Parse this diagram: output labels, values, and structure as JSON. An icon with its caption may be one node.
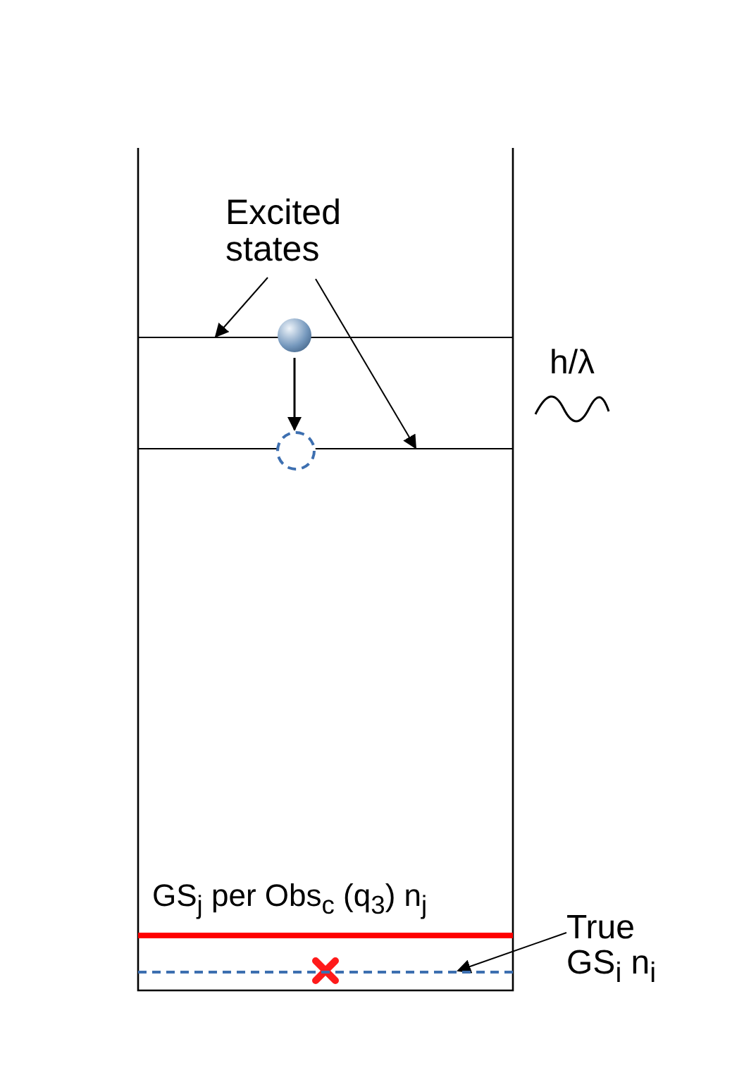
{
  "diagram": {
    "nodes": [
      {
        "text": [
          "Excited states"
        ]
      },
      {
        "text": [],
        "shape": "line"
      },
      {
        "text": [],
        "shape": "line"
      },
      {
        "text": [],
        "shape": "circle"
      },
      {
        "text": [],
        "shape": "circle"
      },
      {
        "text": [
          "True GS$_{i}$ n$_{i}$"
        ]
      },
      {
        "text": [],
        "shape": "line"
      }
    ],
    "edges": [
      {
        "from": 0,
        "to": 1,
        "arrow": "to"
      },
      {
        "from": 0,
        "to": 2,
        "arrow": "to"
      },
      {
        "from": 3,
        "to": 4,
        "arrow": "to"
      },
      {
        "from": 5,
        "to": 6,
        "arrow": "to"
      }
    ],
    "labels": [
      "h/λ",
      "GS$_{j}$ per Obs$_{c}$ (q$_{3}$) n$_{j}$"
    ]
  }
}
